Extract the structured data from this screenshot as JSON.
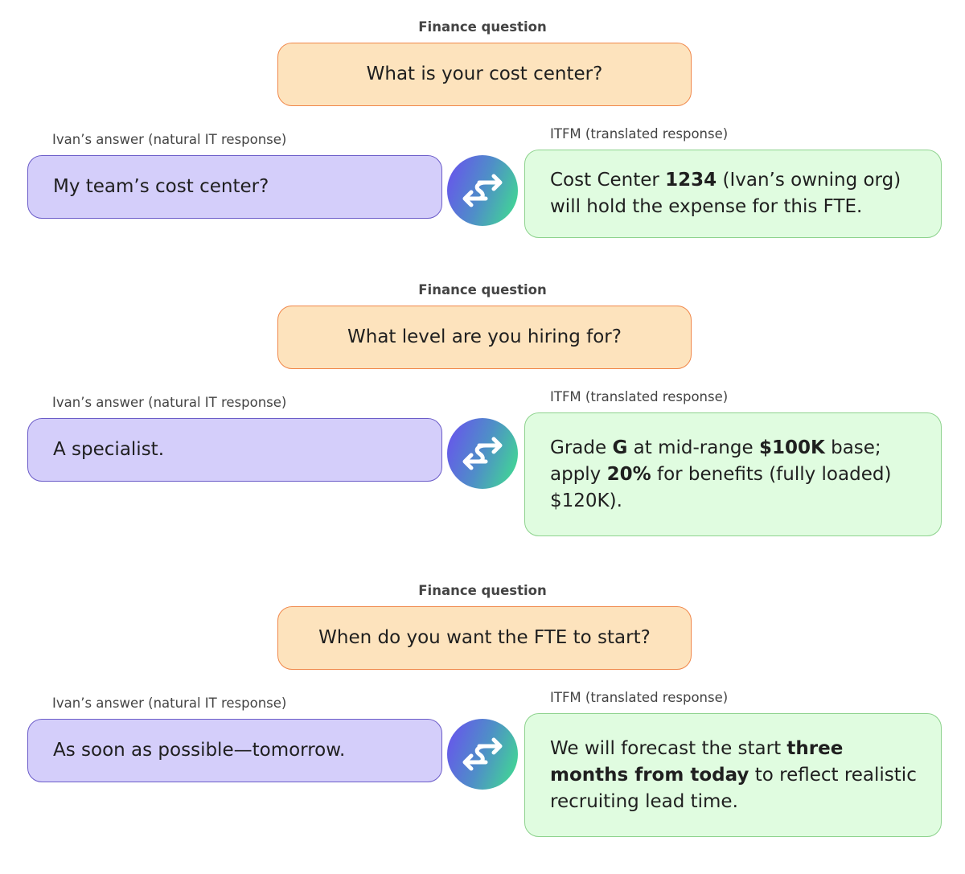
{
  "blocks": [
    {
      "question_label": "Finance question",
      "question": "What is your cost center?",
      "answer_label": "Ivan’s answer (natural IT response)",
      "answer": "My team’s cost center?",
      "icon": "swap-arrows-icon",
      "translated_label": "ITFM (translated response)",
      "translated": [
        {
          "text": "Cost Center ",
          "bold": false
        },
        {
          "text": "1234",
          "bold": true
        },
        {
          "text": " (Ivan’s owning org) will hold the expense for this FTE.",
          "bold": false
        }
      ]
    },
    {
      "question_label": "Finance question",
      "question": "What level are you hiring for?",
      "answer_label": "Ivan’s answer (natural IT response)",
      "answer": "A specialist.",
      "icon": "swap-arrows-icon",
      "translated_label": "ITFM (translated response)",
      "translated": [
        {
          "text": "Grade ",
          "bold": false
        },
        {
          "text": "G",
          "bold": true
        },
        {
          "text": " at mid-range ",
          "bold": false
        },
        {
          "text": "$100K",
          "bold": true
        },
        {
          "text": " base; apply ",
          "bold": false
        },
        {
          "text": "20%",
          "bold": true
        },
        {
          "text": " for benefits (fully loaded) $120K).",
          "bold": false
        }
      ]
    },
    {
      "question_label": "Finance question",
      "question": "When do you want the FTE to start?",
      "answer_label": "Ivan’s answer (natural IT response)",
      "answer": "As soon as possible—tomorrow.",
      "icon": "swap-arrows-icon",
      "translated_label": "ITFM (translated response)",
      "translated": [
        {
          "text": "We will forecast the start ",
          "bold": false
        },
        {
          "text": "three months from today",
          "bold": true
        },
        {
          "text": " to reflect realistic recruiting lead time.",
          "bold": false
        }
      ]
    }
  ],
  "colors": {
    "question_fill": "#fde3bd",
    "question_border": "#f0874a",
    "answer_fill": "#d4cefa",
    "answer_border": "#6b5cc8",
    "translated_fill": "#e0fce0",
    "translated_border": "#8dd28d"
  }
}
